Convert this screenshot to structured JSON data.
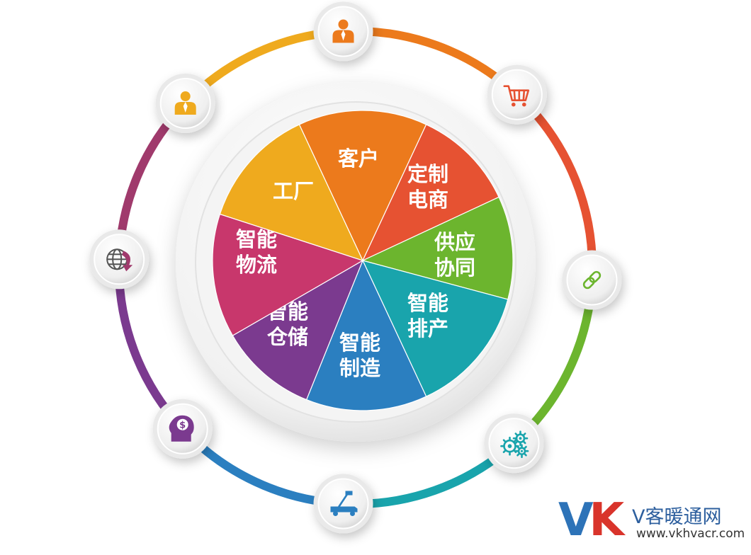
{
  "center_wheel": {
    "segments": [
      {
        "lines": [
          "客户"
        ],
        "color": "#ec7a1c"
      },
      {
        "lines": [
          "定制",
          "电商"
        ],
        "color": "#e65232"
      },
      {
        "lines": [
          "供应",
          "协同"
        ],
        "color": "#6cb52e"
      },
      {
        "lines": [
          "智能",
          "排产"
        ],
        "color": "#19a4ac"
      },
      {
        "lines": [
          "智能",
          "制造"
        ],
        "color": "#2b7fc0"
      },
      {
        "lines": [
          "智能",
          "仓储"
        ],
        "color": "#7b3a8f"
      },
      {
        "lines": [
          "智能",
          "物流"
        ],
        "color": "#c8376c"
      },
      {
        "lines": [
          "工厂"
        ],
        "color": "#efaa1e"
      }
    ]
  },
  "outer_ring": {
    "nodes": [
      {
        "icon": "customer-person-icon",
        "color": "#ec7a1c"
      },
      {
        "icon": "shopping-cart-icon",
        "color": "#e65232"
      },
      {
        "icon": "link-icon",
        "color": "#6cb52e"
      },
      {
        "icon": "gears-icon",
        "color": "#19a4ac"
      },
      {
        "icon": "crane-truck-icon",
        "color": "#2b7fc0"
      },
      {
        "icon": "money-head-icon",
        "color": "#7b3a8f"
      },
      {
        "icon": "globe-arrow-icon",
        "color": "#a03a6c"
      },
      {
        "icon": "worker-person-icon",
        "color": "#efaa1e"
      }
    ]
  },
  "watermark": {
    "logo_v": "V",
    "logo_k": "K",
    "site_name": "V客暖通网",
    "url": "www.vkhvacr.com"
  }
}
